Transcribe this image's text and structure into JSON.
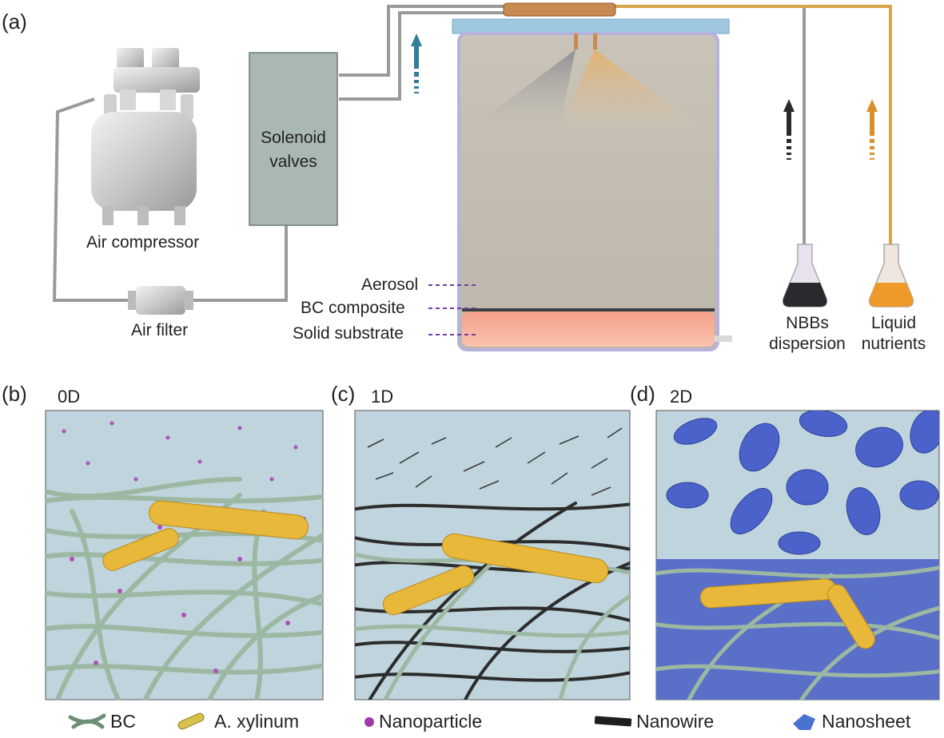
{
  "panel_a": {
    "label": "(a)",
    "air_compressor": "Air compressor",
    "air_filter": "Air filter",
    "solenoid_valves": "Solenoid\nvalves",
    "aerosol": "Aerosol",
    "bc_composite": "BC composite",
    "solid_substrate": "Solid substrate",
    "nbbs_dispersion": "NBBs\ndispersion",
    "liquid_nutrients": "Liquid\nnutrients"
  },
  "panel_b": {
    "label": "(b)",
    "dimension": "0D"
  },
  "panel_c": {
    "label": "(c)",
    "dimension": "1D"
  },
  "panel_d": {
    "label": "(d)",
    "dimension": "2D"
  },
  "legend": [
    {
      "name": "BC"
    },
    {
      "name": "A. xylinum"
    },
    {
      "name": "Nanoparticle"
    },
    {
      "name": "Nanowire"
    },
    {
      "name": "Nanosheet"
    }
  ],
  "colors": {
    "fiber": "#9db8a2",
    "bacteria": "#e8b83a",
    "nanoparticle": "#b04fb8",
    "nanowire": "#2c2c2c",
    "nanosheet": "#4a62c9",
    "substrate": "#f7a58e",
    "panel_bg": "#bfd4dc"
  }
}
